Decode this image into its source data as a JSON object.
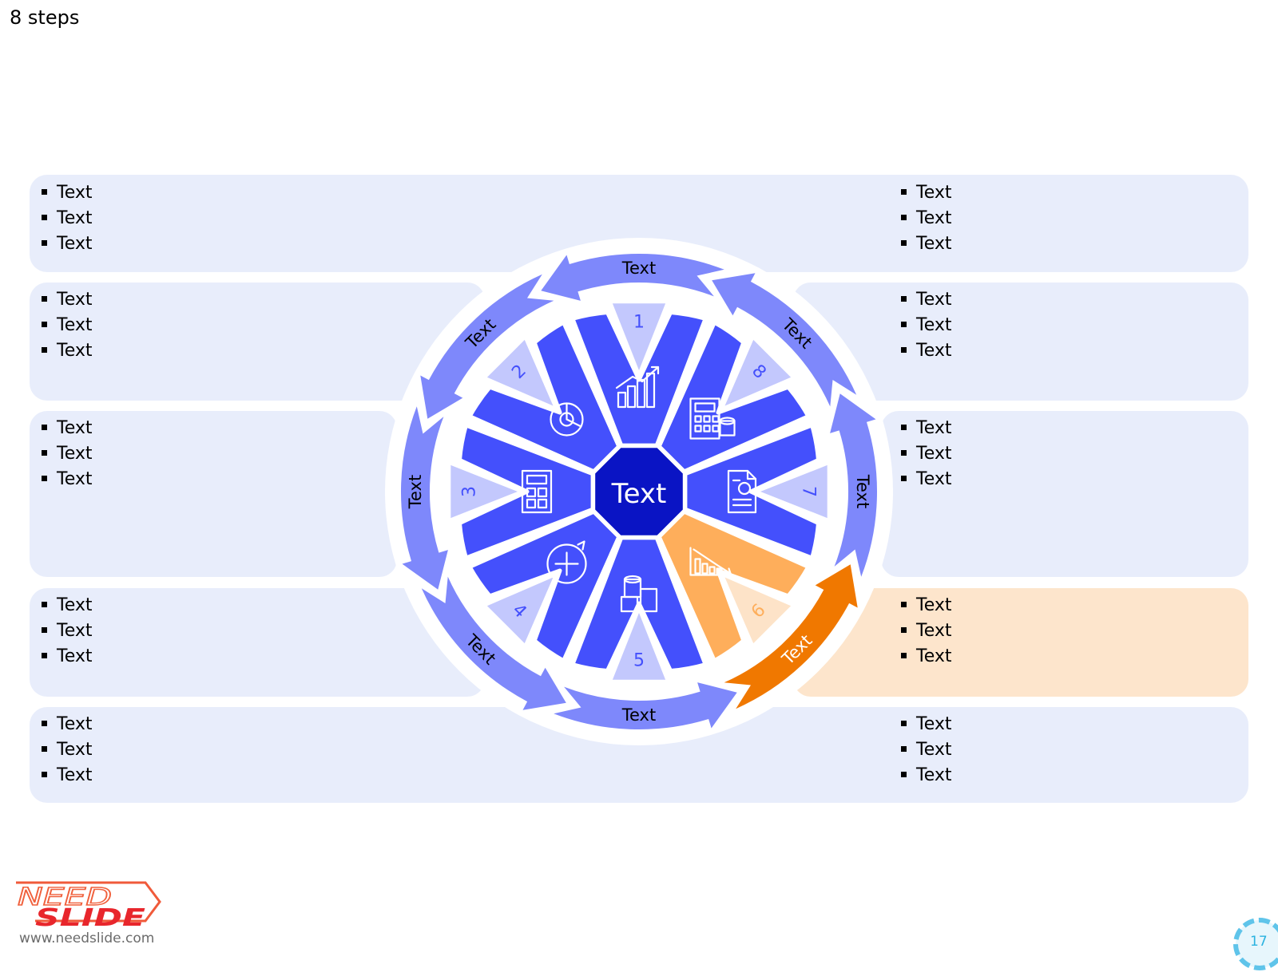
{
  "slide": {
    "title": "8 steps",
    "page_number": "17"
  },
  "panels": {
    "top": {
      "left_bullets": [
        "Text",
        "Text",
        "Text"
      ],
      "right_bullets": [
        "Text",
        "Text",
        "Text"
      ]
    },
    "row1": {
      "left_bullets": [
        "Text",
        "Text",
        "Text"
      ],
      "right_bullets": [
        "Text",
        "Text",
        "Text"
      ]
    },
    "row2": {
      "left_bullets": [
        "Text",
        "Text",
        "Text"
      ],
      "right_bullets": [
        "Text",
        "Text",
        "Text"
      ]
    },
    "row3": {
      "left_bullets": [
        "Text",
        "Text",
        "Text"
      ],
      "right_bullets": [
        "Text",
        "Text",
        "Text"
      ]
    },
    "bottom": {
      "left_bullets": [
        "Text",
        "Text",
        "Text"
      ],
      "right_bullets": [
        "Text",
        "Text",
        "Text"
      ]
    }
  },
  "wheel": {
    "center_label": "Text",
    "highlighted_step": 6,
    "steps": [
      {
        "number": "1",
        "label": "Text",
        "icon": "growth-chart-icon"
      },
      {
        "number": "2",
        "label": "Text",
        "icon": "pie-chart-icon"
      },
      {
        "number": "3",
        "label": "Text",
        "icon": "calculator-icon"
      },
      {
        "number": "4",
        "label": "Text",
        "icon": "plus-circle-icon"
      },
      {
        "number": "5",
        "label": "Text",
        "icon": "coin-stack-icon"
      },
      {
        "number": "6",
        "label": "Text",
        "icon": "decline-chart-icon"
      },
      {
        "number": "7",
        "label": "Text",
        "icon": "report-document-icon"
      },
      {
        "number": "8",
        "label": "Text",
        "icon": "tax-calculator-icon"
      }
    ]
  },
  "colors": {
    "segment": "#4450fc",
    "segment_active": "#feae5b",
    "arrow": "#7e88fb",
    "arrow_active": "#f07800",
    "center": "#0a14c4",
    "number_tab": "#c3c8fd",
    "number_tab_active": "#fde3c8",
    "panel": "#e8edfb",
    "panel_active": "#fde5cc"
  },
  "branding": {
    "logo_top": "NEED",
    "logo_bottom": "SLIDE",
    "url": "www.needslide.com"
  }
}
